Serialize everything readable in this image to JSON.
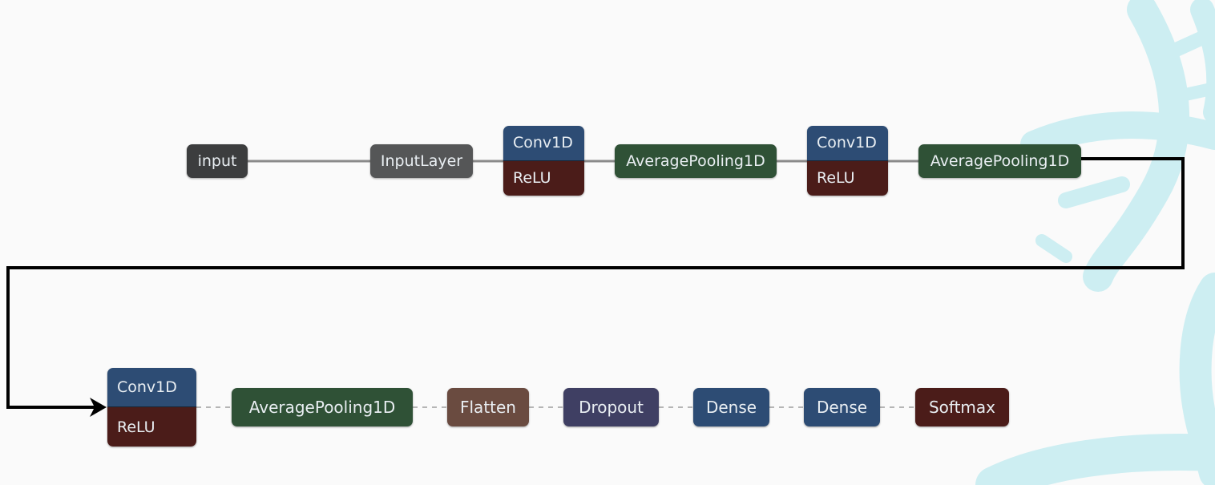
{
  "colors": {
    "background": "#fafafa",
    "decor_dna": "#cdeef2",
    "edge": "#8a8a8a",
    "flow_arrow": "#000000",
    "input": "#3c3d3e",
    "input_layer": "#555657",
    "conv": "#2d4c74",
    "relu": "#4b1c19",
    "pooling": "#2f5136",
    "flatten": "#6a4b40",
    "dropout": "#3f3f63",
    "dense": "#2d4c74",
    "softmax": "#4b1c19"
  },
  "row1": {
    "input": "input",
    "input_layer": "InputLayer",
    "conv_a": {
      "top": "Conv1D",
      "bottom": "ReLU"
    },
    "pool_a": "AveragePooling1D",
    "conv_b": {
      "top": "Conv1D",
      "bottom": "ReLU"
    },
    "pool_b": "AveragePooling1D"
  },
  "row2": {
    "conv_c": {
      "top": "Conv1D",
      "bottom": "ReLU"
    },
    "pool_c": "AveragePooling1D",
    "flatten": "Flatten",
    "dropout": "Dropout",
    "dense_a": "Dense",
    "dense_b": "Dense",
    "softmax": "Softmax"
  }
}
